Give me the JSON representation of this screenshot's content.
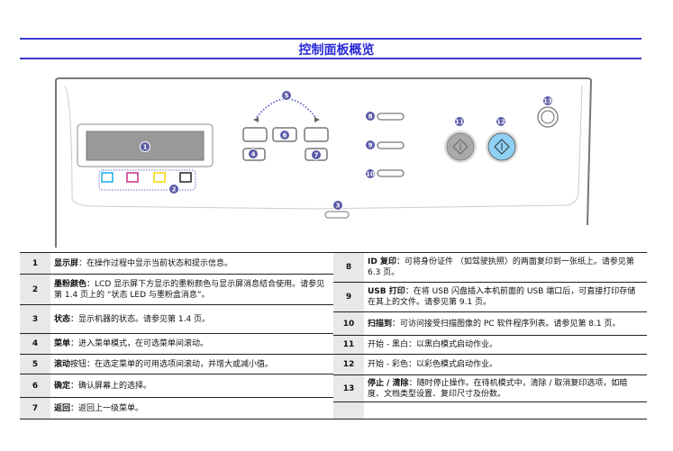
{
  "title": "控制面板概览",
  "panel": {
    "callouts": [
      "1",
      "2",
      "3",
      "4",
      "5",
      "6",
      "7",
      "8",
      "9",
      "10",
      "11",
      "12",
      "13"
    ],
    "colors": {
      "cyan": "#1ab0e8",
      "magenta": "#c8308c",
      "yellow": "#f0d800",
      "black": "#222222",
      "badge": "#5a5aa8",
      "color_start": "#8fd0f5"
    }
  },
  "rows_left": [
    {
      "n": "1",
      "term": "显示屏",
      "desc": "：在操作过程中显示当前状态和提示信息。"
    },
    {
      "n": "2",
      "term": "墨粉颜色",
      "desc": "：LCD 显示屏下方显示的墨粉颜色与显示屏消息结合使用。请参见第 1.4 页上的 “状态 LED 与墨粉盒消息”。"
    },
    {
      "n": "3",
      "term": "状态",
      "desc": "：显示机器的状态。请参见第 1.4 页。"
    },
    {
      "n": "4",
      "term": "菜单",
      "desc": "：进入菜单模式，在可选菜单间滚动。"
    },
    {
      "n": "5",
      "term": "滚动",
      "desc": "按钮：在选定菜单的可用选项间滚动，并增大或减小值。"
    },
    {
      "n": "6",
      "term": "确定",
      "desc": "：确认屏幕上的选择。"
    },
    {
      "n": "7",
      "term": "返回",
      "desc": "：返回上一级菜单。"
    }
  ],
  "rows_right": [
    {
      "n": "8",
      "term": "ID 复印",
      "desc": "：可将身份证件 （如驾驶执照）的两面复印到一张纸上。请参见第 6.3 页。"
    },
    {
      "n": "9",
      "term": "USB 打印",
      "desc": "：在将 USB 闪盘插入本机前面的 USB 端口后，可直接打印存储在其上的文件。请参见第 9.1 页。"
    },
    {
      "n": "10",
      "term": "扫描到",
      "desc": "：可访问接受扫描图像的 PC 软件程序列表。请参见第 8.1 页。"
    },
    {
      "n": "11",
      "term": "",
      "desc": "开始 - 黑白：以黑白模式启动作业。"
    },
    {
      "n": "12",
      "term": "",
      "desc": "开始 - 彩色：以彩色模式启动作业。"
    },
    {
      "n": "13",
      "term": "停止 / 清除",
      "desc": "：随时停止操作。在待机模式中，清除 / 取消复印选项，如暗度、文档类型设置、复印尺寸及份数。"
    },
    {
      "n": "",
      "term": "",
      "desc": ""
    }
  ]
}
